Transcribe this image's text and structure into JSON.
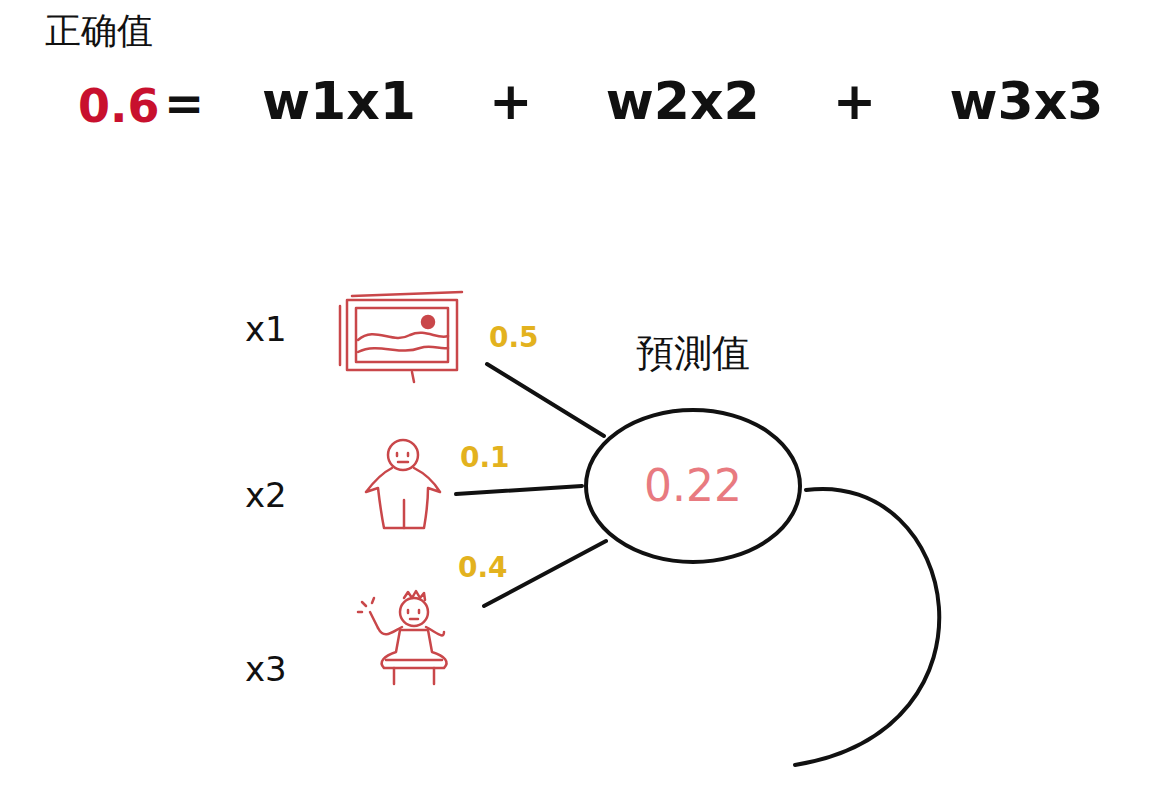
{
  "diagram": {
    "title": "正确值",
    "nodes": [
      {
        "text": [
          "預測值",
          "0.22"
        ]
      }
    ],
    "labels": [
      "0.6",
      "=",
      "w1x1 + w2x2 + w3x3",
      "x1",
      "x2",
      "x3",
      "0.5",
      "0.1",
      "0.4"
    ]
  }
}
